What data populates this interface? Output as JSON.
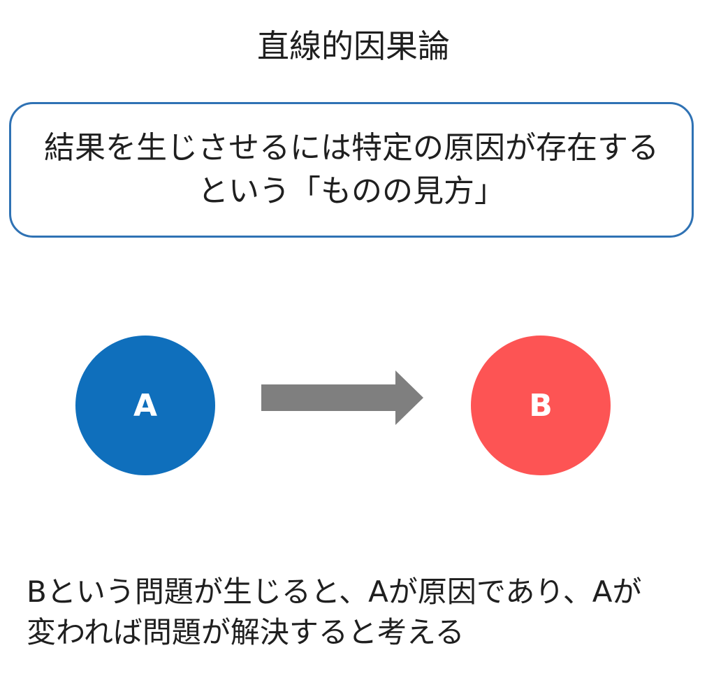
{
  "title": "直線的因果論",
  "definition": {
    "line1": "結果を生じさせるには特定の原因が存在する",
    "line2": "という「ものの見方」",
    "border_color": "#2f72b4"
  },
  "nodes": {
    "a": {
      "label": "A",
      "color": "#0f6fbc"
    },
    "b": {
      "label": "B",
      "color": "#fd5454"
    }
  },
  "arrow": {
    "color": "#7f7f7f",
    "direction": "A-to-B"
  },
  "conclusion": {
    "line1": "Bという問題が生じると、Aが原因であり、Aが",
    "line2": "変われば問題が解決すると考える"
  }
}
